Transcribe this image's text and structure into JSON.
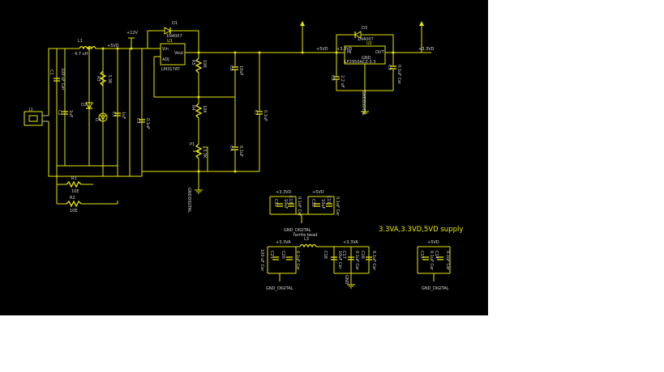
{
  "diagram": {
    "title": "3.3VA,3.3VD,5VD  supply",
    "colors": {
      "background": "#000000",
      "wire": "#e8e800",
      "text": "#d8d8d8",
      "page": "#ffffff"
    },
    "components": {
      "d1": {
        "ref": "D1",
        "value": "1N4007"
      },
      "d3": {
        "ref": "D3",
        "value": "1N4007"
      },
      "u1": {
        "ref": "U1",
        "part": "LM317AT",
        "pin_in": "Vin",
        "pin_out": "Vout",
        "pin_adj": "ADJ"
      },
      "u2": {
        "ref": "U2",
        "part": "LP2950ACZ-3.3",
        "pin_in": "IN",
        "pin_out": "OUT",
        "pin_gnd": "GND"
      },
      "l1": {
        "ref": "L1",
        "value": "4.7 uH"
      },
      "l3": {
        "ref": "L3",
        "value": "ferrite bead"
      },
      "r1": {
        "ref": "R1",
        "value": "10E"
      },
      "r2": {
        "ref": "R2",
        "value": "10E"
      },
      "r3": {
        "ref": "R3",
        "value": "3.3K"
      },
      "r4": {
        "ref": "R4",
        "value": "10K"
      },
      "r5": {
        "ref": "R5",
        "value": "10K"
      },
      "p1": {
        "ref": "P1",
        "value": "3.3K"
      },
      "c1": {
        "ref": "C1",
        "value": "100 uF Cer"
      },
      "c2": {
        "ref": "C2",
        "value": "1uF"
      },
      "c3": {
        "ref": "C3",
        "value": "0.1uF"
      },
      "c4": {
        "ref": "C4",
        "value": "0.1uF"
      },
      "c5": {
        "ref": "C5",
        "value": "1uF"
      },
      "c6": {
        "ref": "C6",
        "value": "10uF"
      },
      "c7": {
        "ref": "C7",
        "value": "0.1uF"
      },
      "c8": {
        "ref": "C8",
        "value": "2.2 uF"
      },
      "c9": {
        "ref": "C9",
        "value": "0.1uF Cer"
      },
      "d2": {
        "ref": "D2",
        "value": ""
      },
      "d4": {
        "ref": "D4",
        "value": ""
      },
      "j1": {
        "ref": "J1",
        "value": ""
      },
      "c10": {
        "ref": "C10",
        "value": "10uF"
      },
      "c11": {
        "ref": "C11",
        "value": "0.1uF Cer"
      },
      "c12": {
        "ref": "C12",
        "value": "10uF"
      },
      "c13": {
        "ref": "C13",
        "value": "0.1uF Cer"
      },
      "c14": {
        "ref": "C14",
        "value": "0.1uF Cer"
      },
      "c15": {
        "ref": "C15",
        "value": "0.1uF Cer"
      },
      "c16": {
        "ref": "C16",
        "value": "0.1uF Cer"
      },
      "c17": {
        "ref": "C17",
        "value": "0.1uF Cer"
      },
      "c18": {
        "ref": "C18",
        "value": "10uF Cer"
      },
      "c19": {
        "ref": "C19",
        "value": "0.1uF Cer"
      },
      "c20": {
        "ref": "C20",
        "value": "0.1uF Cer"
      },
      "c21": {
        "ref": "C21",
        "value": "100 uF Cer"
      }
    },
    "nets": {
      "v12": "+12V",
      "v5": "+5VD",
      "v5b": "+5VD",
      "v33d": "+3.3VD",
      "v33a": "+3.3VA",
      "v33d_b": "+3.3VD",
      "v33a_b": "+3.3VA",
      "v33d_c": "+3.3VD",
      "v5_c": "+5VD",
      "v5_d": "+5VD",
      "gnd1": "GND",
      "gnd_digital": "GNDDIGITAL",
      "gnd_digital_b": "GND_DIGITAL",
      "gnd_digital_c": "GND_DIGITAL",
      "gnd_digital_d": "GND_DIGITAL",
      "gnd_digital_e": "GNDDIGITAL"
    }
  }
}
